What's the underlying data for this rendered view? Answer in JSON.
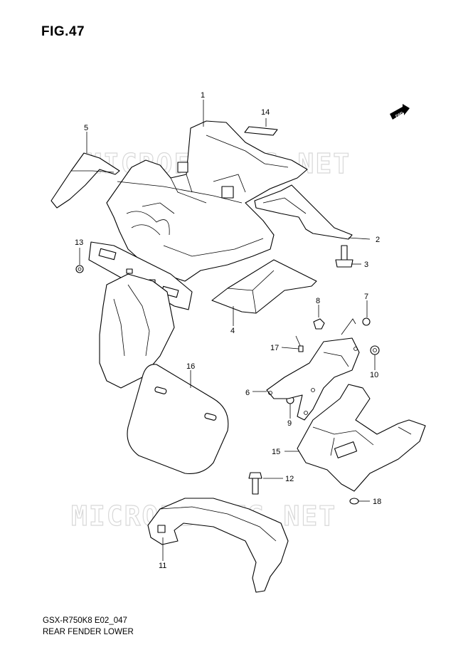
{
  "figure": {
    "title": "FIG.47"
  },
  "footer": {
    "code": "GSX-R750K8 E02_047",
    "name": "REAR FENDER LOWER"
  },
  "fwd_label": "FWD",
  "watermarks": [
    "MICROFICHES.NET",
    "MICROFICHES.NET"
  ],
  "callouts": [
    {
      "id": "1",
      "label": "1"
    },
    {
      "id": "2",
      "label": "2"
    },
    {
      "id": "3",
      "label": "3"
    },
    {
      "id": "4",
      "label": "4"
    },
    {
      "id": "5",
      "label": "5"
    },
    {
      "id": "6",
      "label": "6"
    },
    {
      "id": "7",
      "label": "7"
    },
    {
      "id": "8",
      "label": "8"
    },
    {
      "id": "9",
      "label": "9"
    },
    {
      "id": "10",
      "label": "10"
    },
    {
      "id": "11",
      "label": "11"
    },
    {
      "id": "12",
      "label": "12"
    },
    {
      "id": "13",
      "label": "13"
    },
    {
      "id": "14",
      "label": "14"
    },
    {
      "id": "15",
      "label": "15"
    },
    {
      "id": "16",
      "label": "16"
    },
    {
      "id": "17",
      "label": "17"
    },
    {
      "id": "18",
      "label": "18"
    }
  ]
}
